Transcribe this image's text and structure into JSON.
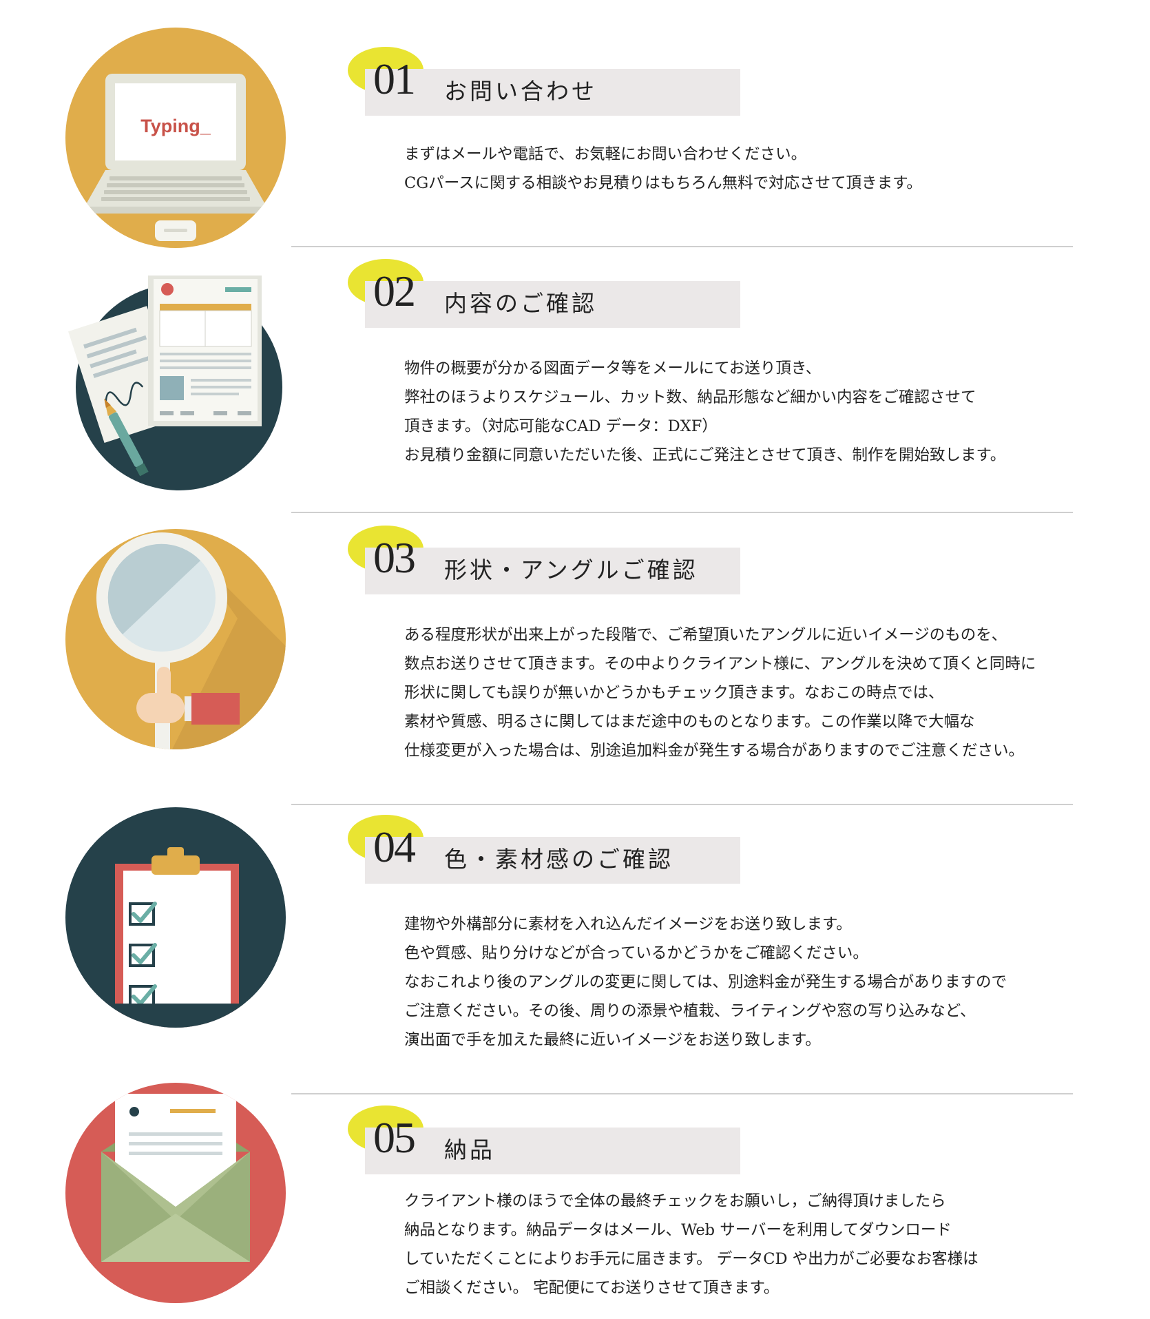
{
  "steps": [
    {
      "number": "01",
      "title": "お問い合わせ",
      "icon": "laptop-icon",
      "icon_text": "Typing_",
      "lines": [
        "まずはメールや電話で、お気軽にお問い合わせください。",
        "CGパースに関する相談やお見積りはもちろん無料で対応させて頂きます。"
      ]
    },
    {
      "number": "02",
      "title": "内容のご確認",
      "icon": "document-icon",
      "lines": [
        "物件の概要が分かる図面データ等をメールにてお送り頂き、",
        "弊社のほうよりスケジュール、カット数、納品形態など細かい内容をご確認させて",
        "頂きます。（対応可能なCAD データ：DXF）",
        "お見積り金額に同意いただいた後、正式にご発注とさせて頂き、制作を開始致します。"
      ]
    },
    {
      "number": "03",
      "title": "形状・アングルご確認",
      "icon": "magnifier-icon",
      "lines": [
        "ある程度形状が出来上がった段階で、ご希望頂いたアングルに近いイメージのものを、",
        "数点お送りさせて頂きます。その中よりクライアント様に、アングルを決めて頂くと同時に",
        "形状に関しても誤りが無いかどうかもチェック頂きます。なおこの時点では、",
        "素材や質感、明るさに関してはまだ途中のものとなります。この作業以降で大幅な",
        "仕様変更が入った場合は、別途追加料金が発生する場合がありますのでご注意ください。"
      ]
    },
    {
      "number": "04",
      "title": "色・素材感のご確認",
      "icon": "clipboard-checklist-icon",
      "lines": [
        "建物や外構部分に素材を入れ込んだイメージをお送り致します。",
        "色や質感、貼り分けなどが合っているかどうかをご確認ください。",
        "なおこれより後のアングルの変更に関しては、別途料金が発生する場合がありますので",
        "ご注意ください。その後、周りの添景や植栽、ライティングや窓の写り込みなど、",
        "演出面で手を加えた最終に近いイメージをお送り致します。"
      ]
    },
    {
      "number": "05",
      "title": "納品",
      "icon": "envelope-letter-icon",
      "lines": [
        "クライアント様のほうで全体の最終チェックをお願いし，ご納得頂けましたら",
        "納品となります。納品データはメール、Web サーバーを利用してダウンロード",
        "していただくことによりお手元に届きます。 データCD や出力がご必要なお客様は",
        "ご相談ください。 宅配便にてお送りさせて頂きます。"
      ]
    }
  ],
  "colors": {
    "mustard": "#e0ad4b",
    "navy": "#25414a",
    "coral": "#d65c56",
    "yellow_blob": "#e9e432",
    "title_bar": "#ebe8e8",
    "divider": "#cfcfcf"
  }
}
